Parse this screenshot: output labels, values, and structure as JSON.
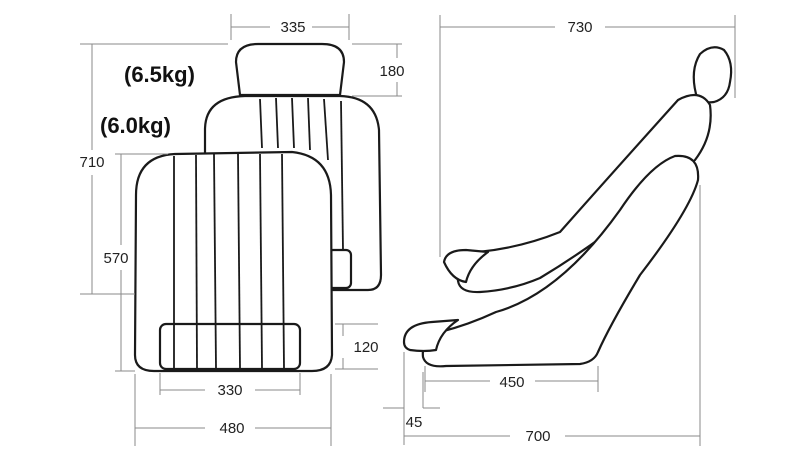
{
  "diagram": {
    "weights": {
      "rear_seat": "(6.5kg)",
      "front_seat": "(6.0kg)"
    },
    "front_view_dimensions": {
      "headrest_width": "335",
      "headrest_height": "180",
      "rear_height": "710",
      "front_height": "570",
      "cushion_height": "120",
      "base_width": "330",
      "overall_width": "480"
    },
    "side_view_dimensions": {
      "overall_height": "730",
      "cushion_depth": "450",
      "offset": "45",
      "overall_depth": "700"
    }
  }
}
